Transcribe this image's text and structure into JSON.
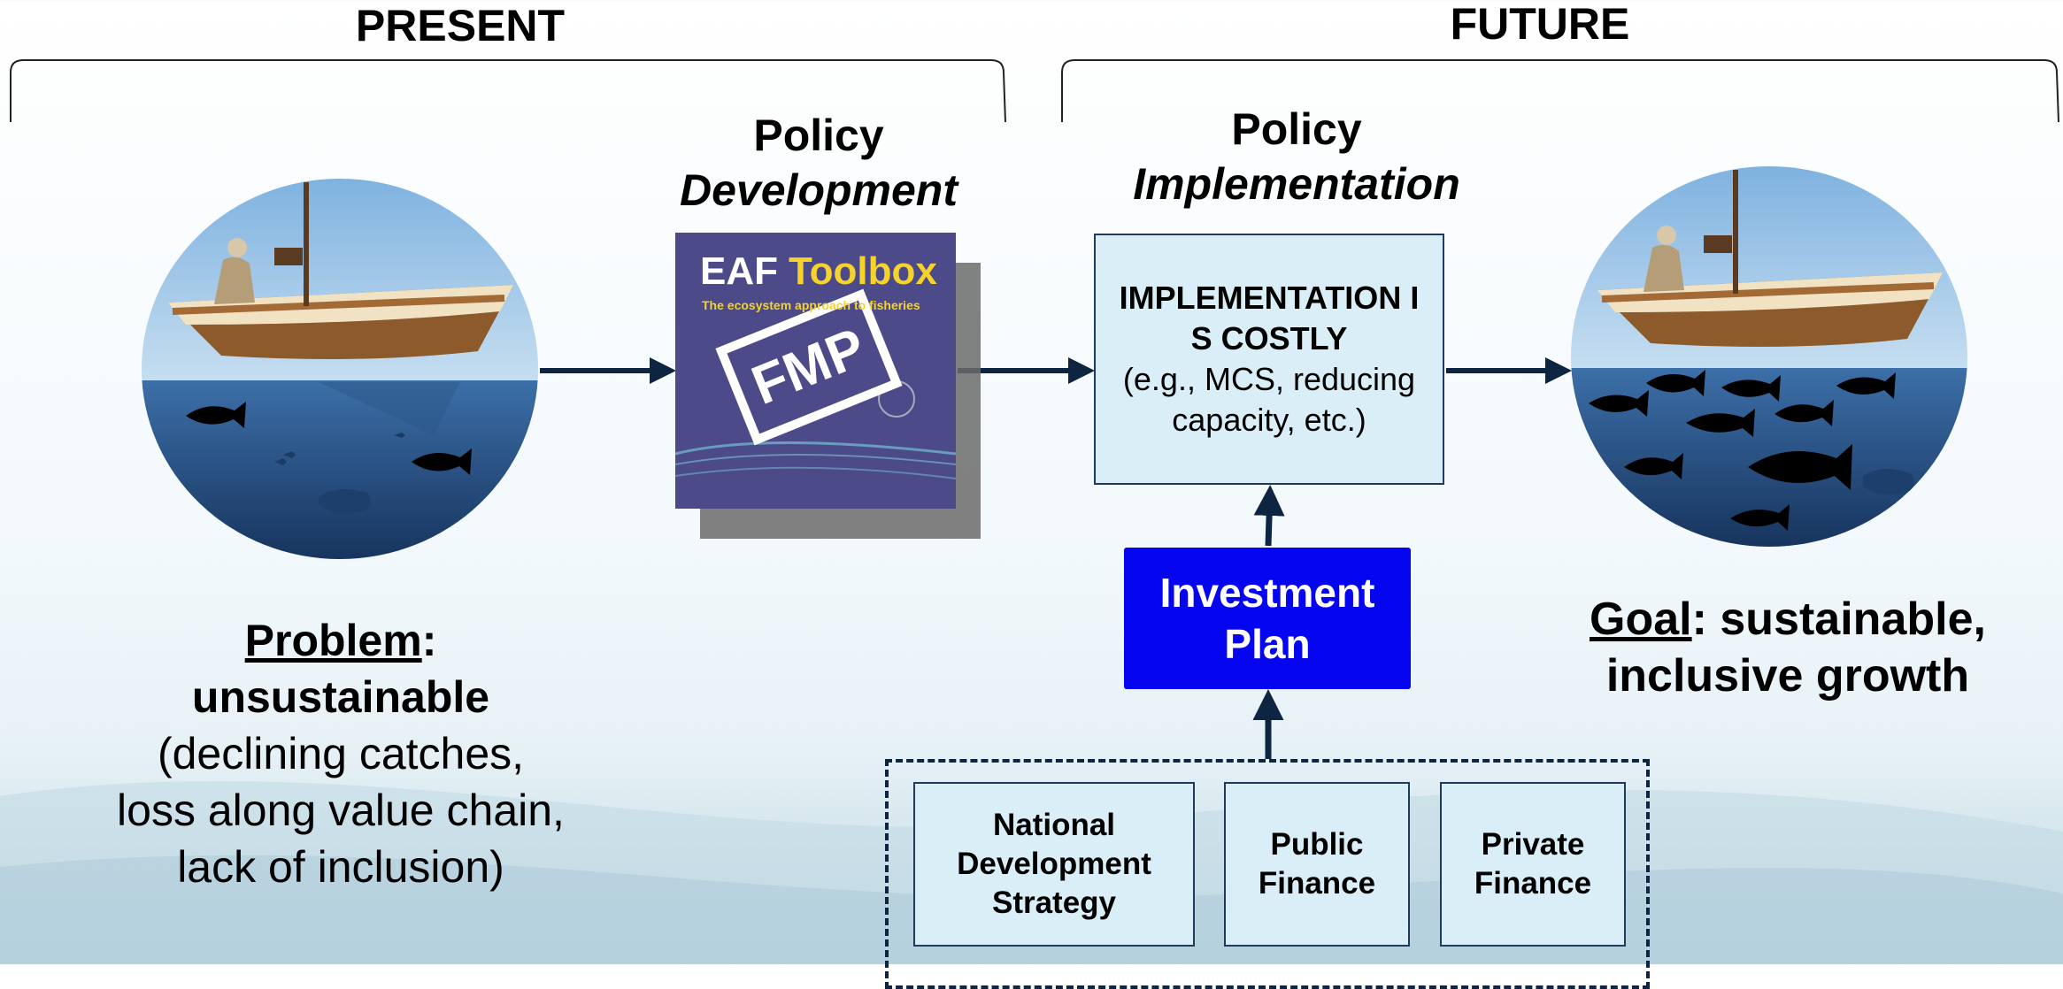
{
  "header": {
    "present": "PRESENT",
    "future": "FUTURE"
  },
  "policy_development": {
    "line1": "Policy",
    "line2": "Development"
  },
  "policy_implementation": {
    "line1": "Policy",
    "line2": "Implementation"
  },
  "book": {
    "title_part1": "EAF",
    "title_part2": "Toolbox",
    "subtitle": "The ecosystem approach to fisheries",
    "stamp": "FMP"
  },
  "implementation_box": {
    "bold": "IMPLEMENTATION IS COSTLY",
    "detail": "(e.g., MCS, reducing capacity, etc.)"
  },
  "investment_plan": {
    "line1": "Investment",
    "line2": "Plan"
  },
  "sources": [
    {
      "line1": "National",
      "line2": "Development",
      "line3": "Strategy"
    },
    {
      "line1": "Public",
      "line2": "Finance"
    },
    {
      "line1": "Private",
      "line2": "Finance"
    }
  ],
  "problem": {
    "label": "Problem",
    "colon": ":",
    "bold": "unsustainable",
    "detail": "(declining catches, loss along value chain, lack of inclusion)"
  },
  "goal": {
    "label": "Goal",
    "rest": ": sustainable, inclusive growth"
  },
  "colors": {
    "arrow": "#0d2540",
    "box_fill": "#d9eef6",
    "investment_fill": "#0505f0",
    "book_cover": "#4d4a8a",
    "book_yellow": "#f5d32a"
  }
}
